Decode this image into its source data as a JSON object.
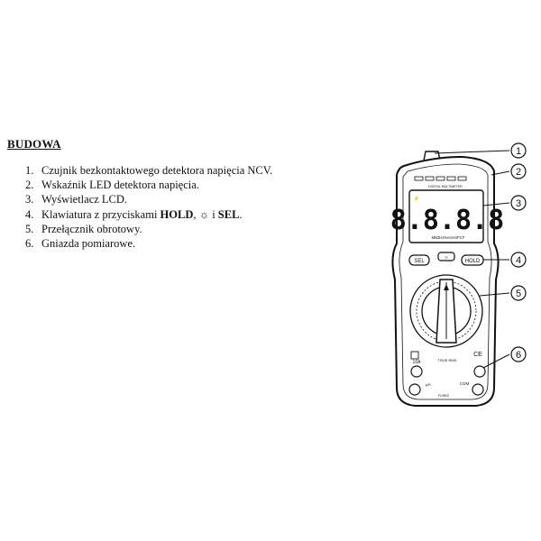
{
  "heading": "BUDOWA",
  "items": [
    {
      "num": "1.",
      "text": "Czujnik bezkontaktowego detektora napięcia NCV."
    },
    {
      "num": "2.",
      "text": "Wskaźnik LED detektora napięcia."
    },
    {
      "num": "3.",
      "text": "Wyświetlacz LCD."
    },
    {
      "num": "4.",
      "prefix": "Klawiatura z przyciskami ",
      "b1": "HOLD",
      "mid": ", ☼ i ",
      "b2": "SEL",
      "suffix": "."
    },
    {
      "num": "5.",
      "text": "Przełącznik obrotowy."
    },
    {
      "num": "6.",
      "text": "Gniazda pomiarowe."
    }
  ],
  "figure": {
    "callouts": [
      "1",
      "2",
      "3",
      "4",
      "5",
      "6"
    ],
    "header_label": "DIGITAL MULTIMETER",
    "lcd_digits": "8.8.8.8",
    "units_line": "MkΩHz%nmAVFCF",
    "sel_label": "SEL",
    "hold_label": "HOLD",
    "jack_10a": "10A",
    "jack_ua": "μA",
    "jack_com": "COM",
    "fuse_label": "FUSED",
    "trms_label": "TRUE RMS",
    "ce_label": "CE"
  }
}
